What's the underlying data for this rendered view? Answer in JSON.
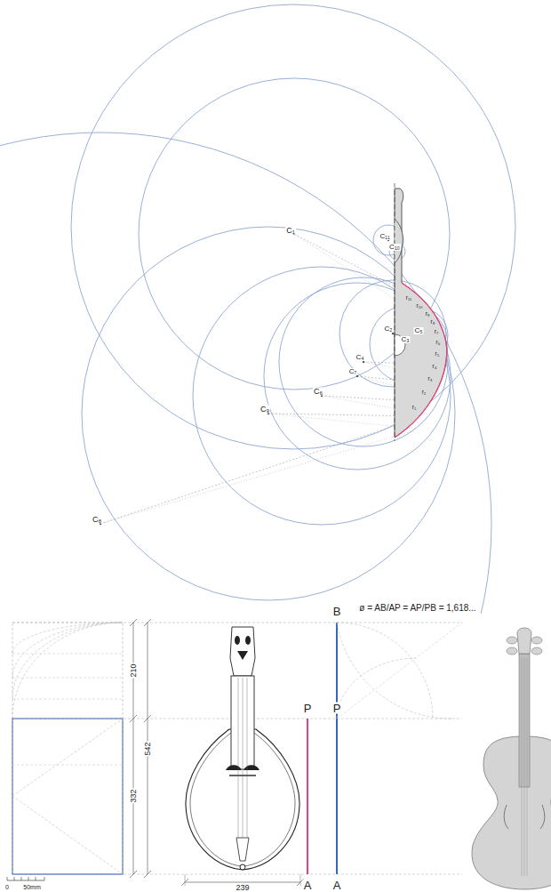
{
  "diagram": {
    "labels": [
      "C₁",
      "C₁₁",
      "C₁₀",
      "C₂",
      "C₅",
      "C₃",
      "C₄",
      "C₇",
      "C₆",
      "C₉",
      "C₈",
      "r₁₁",
      "r₁₀",
      "r₉",
      "r₈",
      "r₇",
      "r₆",
      "r₅",
      "r₄",
      "r₃",
      "r₂",
      "r₁",
      "ø = AB/AP = AP/PB = 1,618...",
      "B",
      "P",
      "P",
      "A",
      "A",
      "210",
      "542",
      "332",
      "239",
      "0",
      "50mm"
    ]
  }
}
